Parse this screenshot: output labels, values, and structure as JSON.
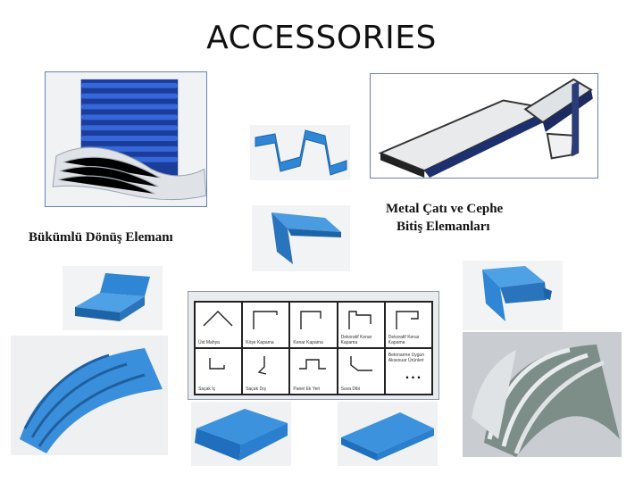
{
  "title": "ACCESSORIES",
  "captions": {
    "curved_element": "Bükümlü Dönüş Elemanı",
    "trim_elements_line1": "Metal Çatı ve Cephe",
    "trim_elements_line2": "Bitiş Elemanları"
  },
  "diagram": {
    "cells": [
      {
        "label": "Üst Mahya"
      },
      {
        "label": "Köşe Kapama"
      },
      {
        "label": "Kenar Kapama"
      },
      {
        "label": "Dekoratif Kenar Kapama"
      },
      {
        "label": "Dekoratif Kenar Kapama"
      },
      {
        "label": "Saçak İç"
      },
      {
        "label": "Saçak Dış"
      },
      {
        "label": "Panel Ek Yeri"
      },
      {
        "label": "Suva Dibi"
      },
      {
        "label": "Betonarme Uygun Aksesuar Ürünleri"
      }
    ],
    "more": "..."
  },
  "colors": {
    "panel_blue": "#2f86d4",
    "panel_blue_dark": "#1d63a8",
    "photo_border": "#6b7fb8"
  }
}
